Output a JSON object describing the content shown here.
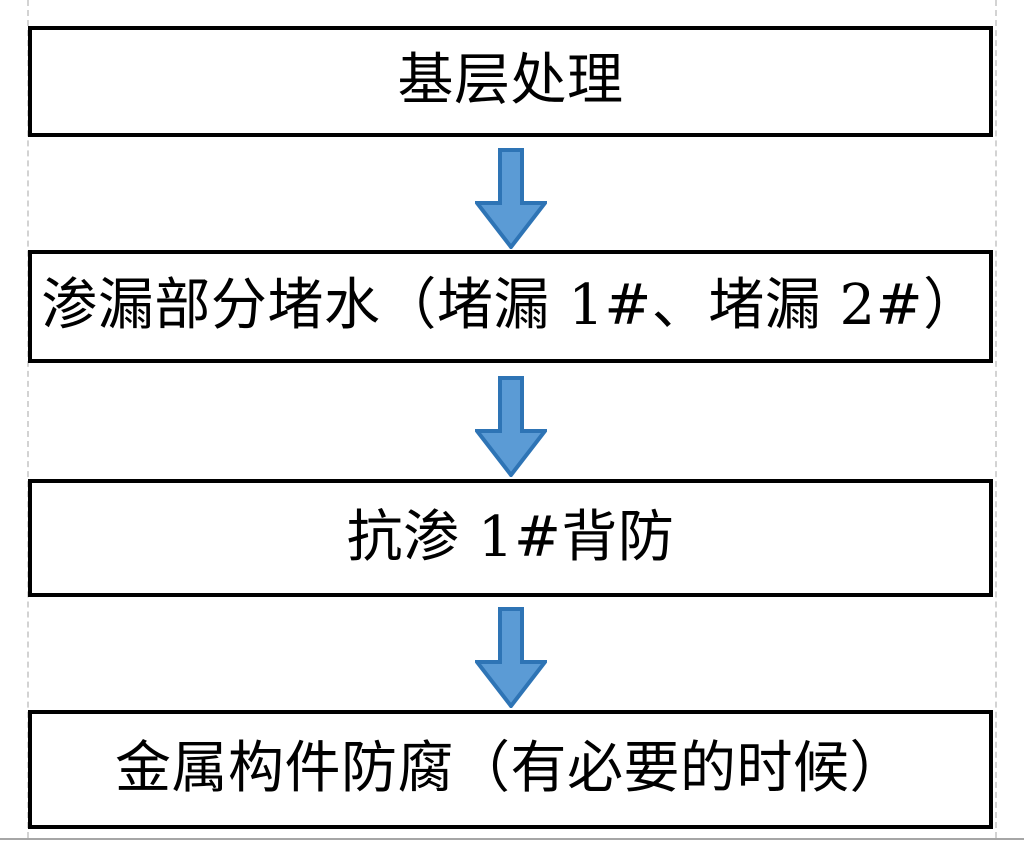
{
  "document": {
    "type": "process-flowchart",
    "orientation": "vertical",
    "background_color": "#ffffff"
  },
  "theme": {
    "box_border_color": "#000000",
    "box_fill_color": "#ffffff",
    "text_color": "#000000",
    "arrow_fill_color": "#5B9BD5",
    "arrow_border_color": "#2E74B5",
    "guide_line_color": "#d3d3d3",
    "footer_rule_color": "#a6a6a6"
  },
  "flow": {
    "nodes": [
      {
        "id": "node-1",
        "label": "基层处理"
      },
      {
        "id": "node-2",
        "label": "渗漏部分堵水（堵漏 1#、堵漏 2#）"
      },
      {
        "id": "node-3",
        "label": "抗渗 1#背防"
      },
      {
        "id": "node-4",
        "label": "金属构件防腐（有必要的时候）"
      }
    ],
    "connectors": [
      {
        "id": "arrow-1",
        "icon": "down-arrow-icon",
        "from": "node-1",
        "to": "node-2"
      },
      {
        "id": "arrow-2",
        "icon": "down-arrow-icon",
        "from": "node-2",
        "to": "node-3"
      },
      {
        "id": "arrow-3",
        "icon": "down-arrow-icon",
        "from": "node-3",
        "to": "node-4"
      }
    ]
  }
}
